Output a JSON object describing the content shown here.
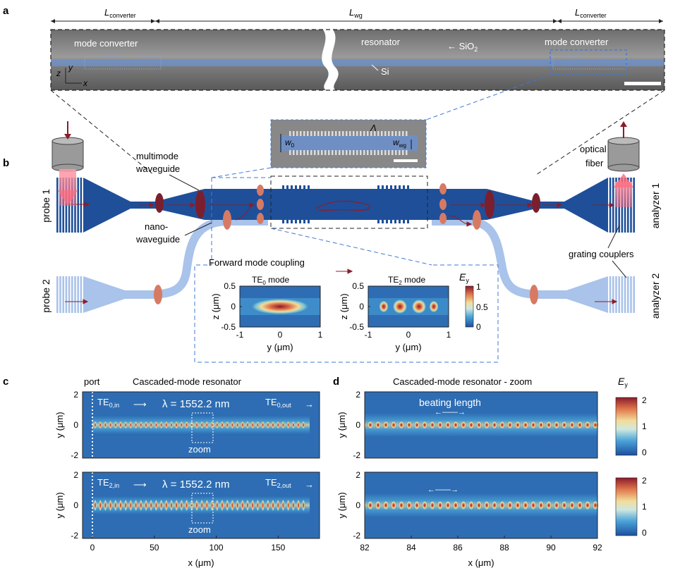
{
  "panels": {
    "a": "a",
    "b": "b",
    "c": "c",
    "d": "d"
  },
  "panel_a": {
    "l_converter_left": "L",
    "l_converter_sub": "converter",
    "l_wg": "L",
    "l_wg_sub": "wg",
    "l_converter_right": "L",
    "label_mode_converter_left": "mode converter",
    "label_resonator": "resonator",
    "label_sio2": "← SiO",
    "label_sio2_sub": "2",
    "label_si": "Si",
    "label_mode_converter_right": "mode converter",
    "axis_z": "z",
    "axis_y": "y",
    "axis_x": "x"
  },
  "panel_b": {
    "inset_lambda": "Λ",
    "inset_w0": "w",
    "inset_w0_sub": "0",
    "inset_wwg": "w",
    "inset_wwg_sub": "wg",
    "probe1": "probe 1",
    "probe2": "probe 2",
    "analyzer1": "analyzer 1",
    "analyzer2": "analyzer 2",
    "multimode_1": "multimode",
    "multimode_2": "waveguide",
    "nano_1": "nano-",
    "nano_2": "waveguide",
    "optical_1": "optical",
    "optical_2": "fiber",
    "grating_couplers": "grating couplers",
    "forward_coupling": "Forward mode coupling",
    "te0_mode": "TE",
    "te0_sub": "0",
    "te0_suffix": " mode",
    "te2_mode": "TE",
    "te2_sub": "2",
    "te2_suffix": " mode",
    "z_label": "z (μm)",
    "y_label": "y (μm)",
    "ey": "E",
    "ey_sub": "y",
    "mode_yticks": [
      "0.5",
      "0",
      "-0.5"
    ],
    "mode_xticks": [
      "-1",
      "0",
      "1"
    ],
    "cbar_ticks": [
      "1",
      "0.5",
      "0"
    ]
  },
  "panel_c": {
    "title": "Cascaded-mode resonator",
    "port": "port",
    "te0_in": "TE",
    "te0_in_sub": "0,in",
    "te0_out": "TE",
    "te0_out_sub": "0,out",
    "te2_in": "TE",
    "te2_in_sub": "2,in",
    "te2_out": "TE",
    "te2_out_sub": "2,out",
    "lambda_text": "λ = 1552.2 nm",
    "zoom": "zoom",
    "ylabel": "y (μm)",
    "xlabel": "x (μm)",
    "yticks": [
      "2",
      "0",
      "-2"
    ],
    "xticks": [
      "0",
      "50",
      "100",
      "150"
    ]
  },
  "panel_d": {
    "title": "Cascaded-mode resonator - zoom",
    "beating": "beating length",
    "ylabel": "y (μm)",
    "xlabel": "x (μm)",
    "yticks": [
      "2",
      "0",
      "-2"
    ],
    "xticks": [
      "82",
      "84",
      "86",
      "88",
      "90",
      "92"
    ],
    "ey": "E",
    "ey_sub": "y",
    "cbar_ticks": [
      "2",
      "1",
      "0"
    ]
  },
  "colors": {
    "dark_wg": "#1f4f99",
    "light_wg": "#a9c3ea",
    "field_bg": "#2e6db3",
    "ellipse_dark": "#7b1f2f",
    "ellipse_light": "#d77a64",
    "arrow": "#8a1d2c"
  }
}
